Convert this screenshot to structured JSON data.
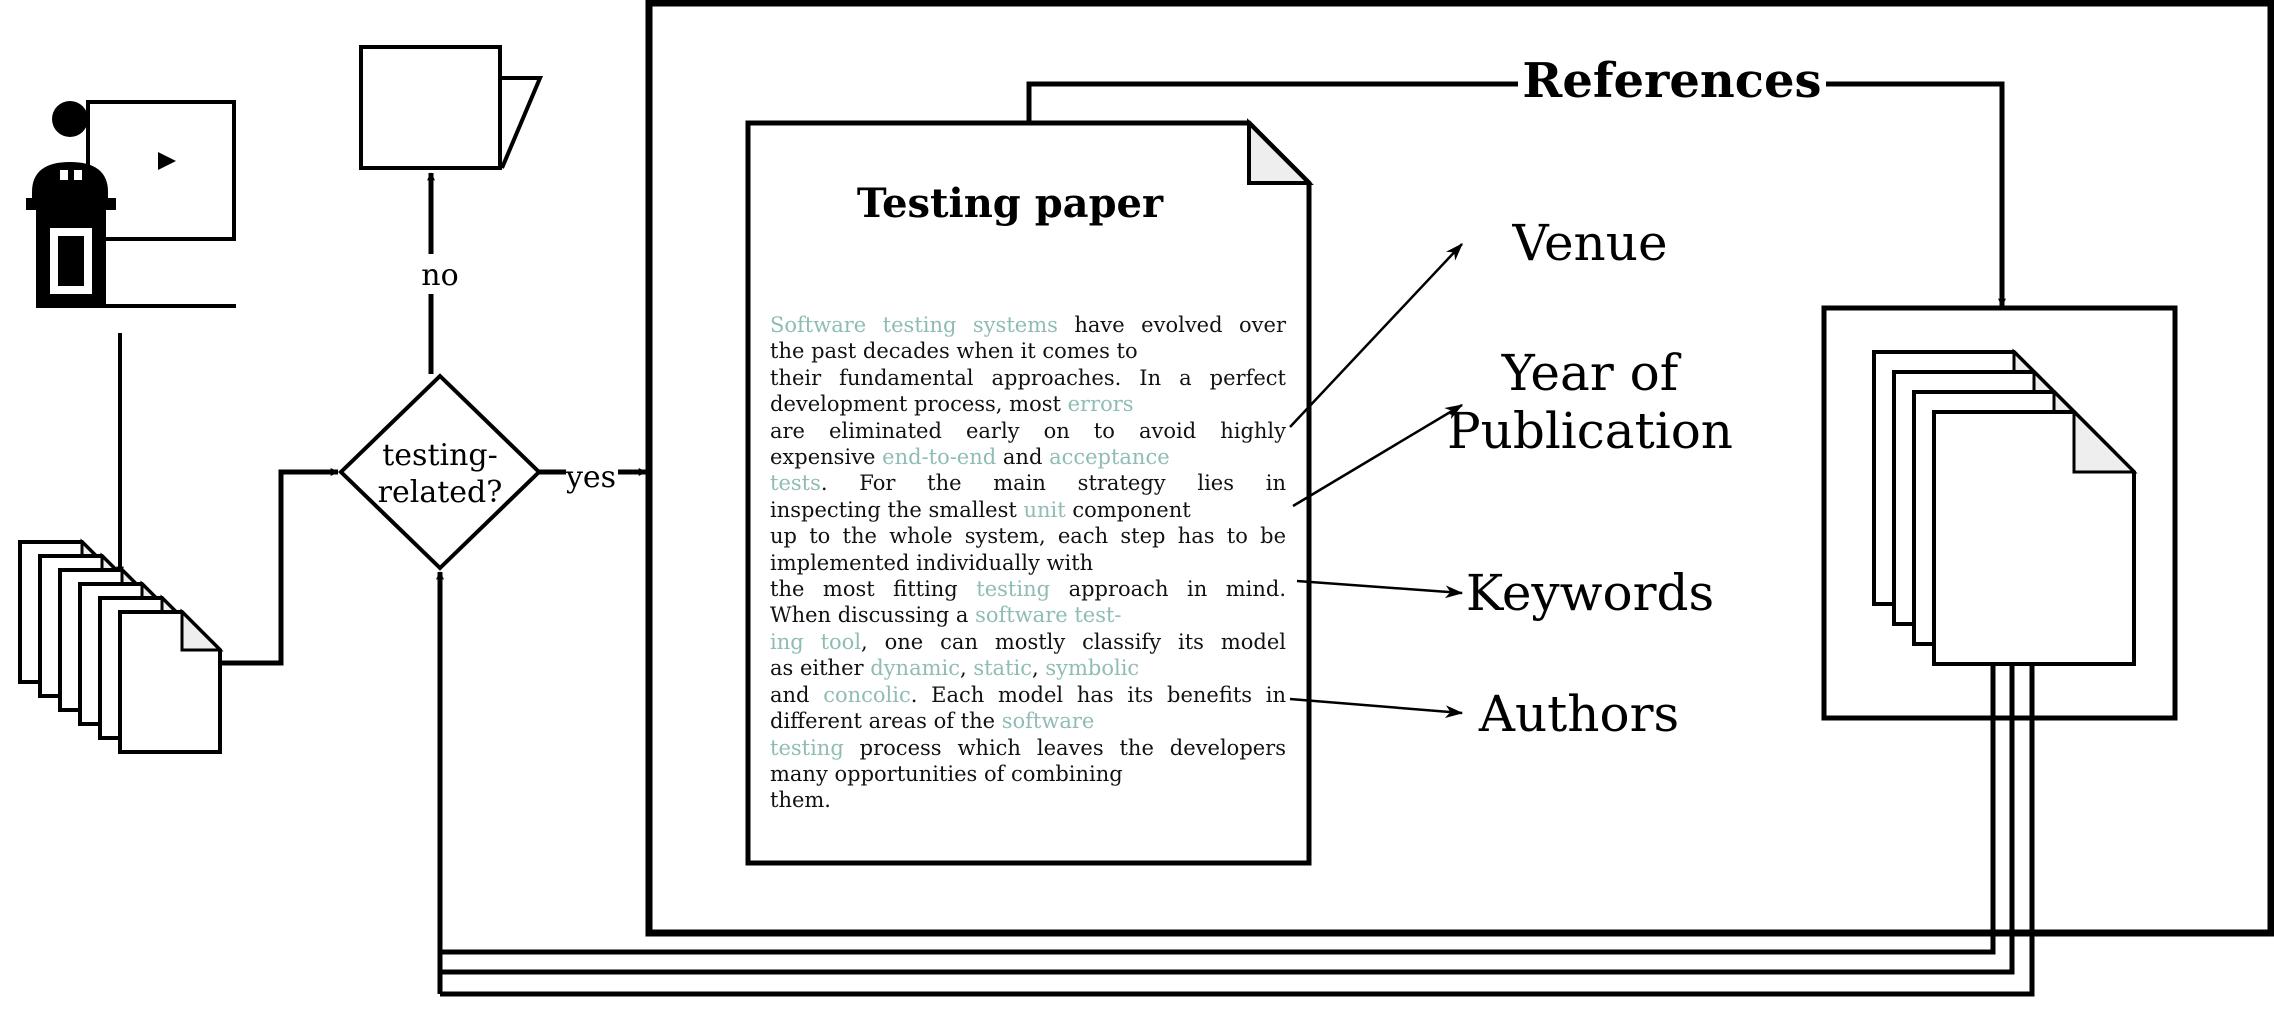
{
  "colors": {
    "ink": "#000000",
    "highlight": "#8fbcb4",
    "page_fold": "#eeeeee"
  },
  "icons": {
    "presenter": "presenter-at-podium-icon",
    "paper_stack": "document-stack-icon",
    "discard_bin": "open-box-icon",
    "reference_stack": "document-stack-icon"
  },
  "decision": {
    "line1": "testing-",
    "line2": "related?",
    "no_label": "no",
    "yes_label": "yes"
  },
  "paper": {
    "title": "Testing paper",
    "lines": [
      [
        {
          "t": "Software testing systems",
          "h": true
        },
        {
          "t": " have evolved over",
          "h": false
        }
      ],
      [
        {
          "t": "the past decades when it comes to",
          "h": false
        }
      ],
      [
        {
          "t": "their fundamental approaches. In a perfect",
          "h": false
        }
      ],
      [
        {
          "t": "development process, most ",
          "h": false
        },
        {
          "t": "errors",
          "h": true
        }
      ],
      [
        {
          "t": "are eliminated early on to avoid highly",
          "h": false
        }
      ],
      [
        {
          "t": "expensive ",
          "h": false
        },
        {
          "t": "end-to-end",
          "h": true
        },
        {
          "t": " and ",
          "h": false
        },
        {
          "t": "acceptance",
          "h": true
        }
      ],
      [
        {
          "t": "tests",
          "h": true
        },
        {
          "t": ". For the main strategy lies in",
          "h": false
        }
      ],
      [
        {
          "t": "inspecting the smallest ",
          "h": false
        },
        {
          "t": "unit",
          "h": true
        },
        {
          "t": " component",
          "h": false
        }
      ],
      [
        {
          "t": "up to the whole system, each step has to be",
          "h": false
        }
      ],
      [
        {
          "t": "implemented individually with",
          "h": false
        }
      ],
      [
        {
          "t": "the most fitting ",
          "h": false
        },
        {
          "t": "testing",
          "h": true
        },
        {
          "t": " approach in mind.",
          "h": false
        }
      ],
      [
        {
          "t": "When discussing a ",
          "h": false
        },
        {
          "t": "software test-",
          "h": true
        }
      ],
      [
        {
          "t": "ing tool",
          "h": true
        },
        {
          "t": ", one can mostly classify its model",
          "h": false
        }
      ],
      [
        {
          "t": "as either ",
          "h": false
        },
        {
          "t": "dynamic",
          "h": true
        },
        {
          "t": ", ",
          "h": false
        },
        {
          "t": "static",
          "h": true
        },
        {
          "t": ", ",
          "h": false
        },
        {
          "t": "symbolic",
          "h": true
        }
      ],
      [
        {
          "t": "and ",
          "h": false
        },
        {
          "t": "concolic",
          "h": true
        },
        {
          "t": ". Each model has its benefits in",
          "h": false
        }
      ],
      [
        {
          "t": "different areas of the ",
          "h": false
        },
        {
          "t": "software",
          "h": true
        }
      ],
      [
        {
          "t": "testing",
          "h": true
        },
        {
          "t": " process which leaves the developers",
          "h": false
        }
      ],
      [
        {
          "t": "many opportunities of combining",
          "h": false
        }
      ],
      [
        {
          "t": "them.",
          "h": false
        }
      ]
    ],
    "justified_lines": [
      0,
      2,
      4,
      6,
      8,
      10,
      12,
      14,
      16
    ]
  },
  "references_label": "References",
  "metadata_fields": {
    "venue": "Venue",
    "year_line1": "Year of",
    "year_line2": "Publication",
    "keywords": "Keywords",
    "authors": "Authors"
  }
}
